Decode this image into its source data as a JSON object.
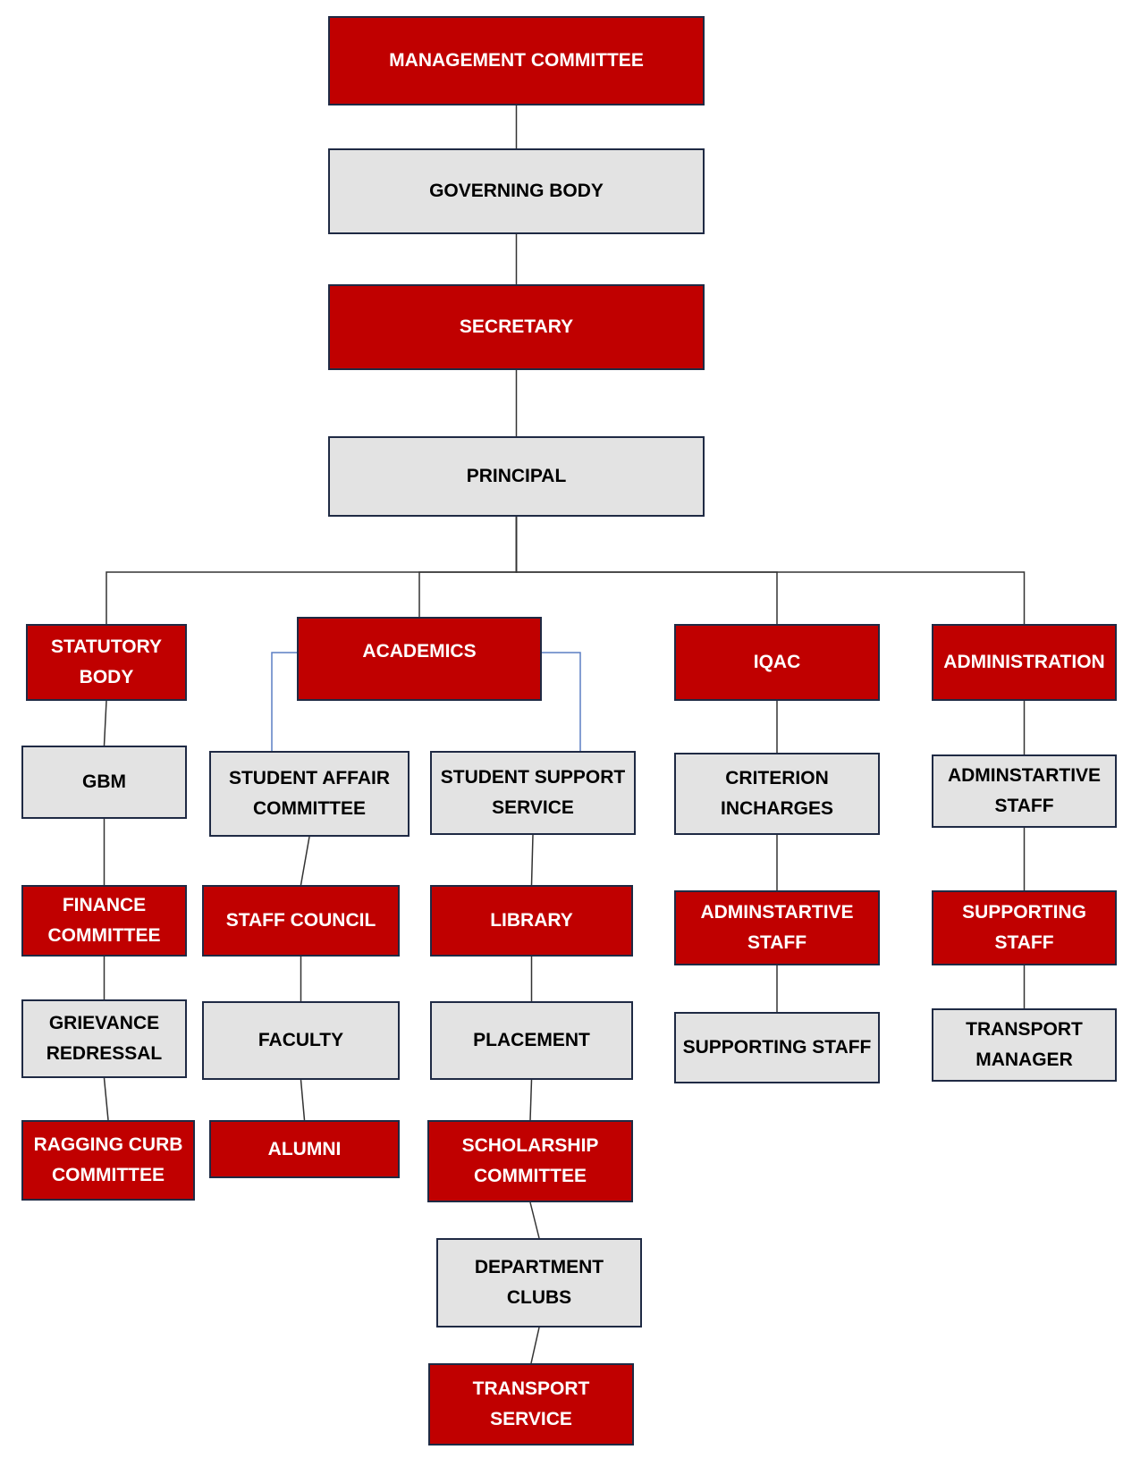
{
  "nodes": {
    "management_committee": {
      "label": "MANAGEMENT COMMITTEE",
      "fill": "red"
    },
    "governing_body": {
      "label": "GOVERNING BODY",
      "fill": "grey"
    },
    "secretary": {
      "label": "SECRETARY",
      "fill": "red"
    },
    "principal": {
      "label": "PRINCIPAL",
      "fill": "grey"
    },
    "statutory_body": {
      "label": "STATUTORY\nBODY",
      "fill": "red"
    },
    "academics": {
      "label": "ACADEMICS",
      "fill": "red"
    },
    "iqac": {
      "label": "IQAC",
      "fill": "red"
    },
    "administration": {
      "label": "ADMINISTRATION",
      "fill": "red"
    },
    "gbm": {
      "label": "GBM",
      "fill": "grey"
    },
    "finance_committee": {
      "label": "FINANCE\nCOMMITTEE",
      "fill": "red"
    },
    "grievance_redressal": {
      "label": "GRIEVANCE\nREDRESSAL",
      "fill": "grey"
    },
    "ragging_curb_committee": {
      "label": "RAGGING CURB\nCOMMITTEE",
      "fill": "red"
    },
    "student_affair_committee": {
      "label": "STUDENT AFFAIR\nCOMMITTEE",
      "fill": "grey"
    },
    "staff_council": {
      "label": "STAFF COUNCIL",
      "fill": "red"
    },
    "faculty": {
      "label": "FACULTY",
      "fill": "grey"
    },
    "alumni": {
      "label": "ALUMNI",
      "fill": "red"
    },
    "student_support_service": {
      "label": "STUDENT SUPPORT\nSERVICE",
      "fill": "grey"
    },
    "library": {
      "label": "LIBRARY",
      "fill": "red"
    },
    "placement": {
      "label": "PLACEMENT",
      "fill": "grey"
    },
    "scholarship_committee": {
      "label": "SCHOLARSHIP\nCOMMITTEE",
      "fill": "red"
    },
    "department_clubs": {
      "label": "DEPARTMENT CLUBS",
      "fill": "grey"
    },
    "transport_service": {
      "label": "TRANSPORT SERVICE",
      "fill": "red"
    },
    "criterion_incharges": {
      "label": "CRITERION\nINCHARGES",
      "fill": "grey"
    },
    "iqac_adminstartive_staff": {
      "label": "ADMINSTARTIVE\nSTAFF",
      "fill": "red"
    },
    "iqac_supporting_staff": {
      "label": "SUPPORTING STAFF",
      "fill": "grey"
    },
    "admin_adminstartive_staff": {
      "label": "ADMINSTARTIVE\nSTAFF",
      "fill": "grey"
    },
    "admin_supporting_staff": {
      "label": "SUPPORTING\nSTAFF",
      "fill": "red"
    },
    "transport_manager": {
      "label": "TRANSPORT\nMANAGER",
      "fill": "grey"
    }
  },
  "edges": [
    [
      "management_committee",
      "governing_body"
    ],
    [
      "governing_body",
      "secretary"
    ],
    [
      "secretary",
      "principal"
    ],
    [
      "principal",
      "statutory_body"
    ],
    [
      "principal",
      "academics"
    ],
    [
      "principal",
      "iqac"
    ],
    [
      "principal",
      "administration"
    ],
    [
      "statutory_body",
      "gbm"
    ],
    [
      "gbm",
      "finance_committee"
    ],
    [
      "finance_committee",
      "grievance_redressal"
    ],
    [
      "grievance_redressal",
      "ragging_curb_committee"
    ],
    [
      "academics",
      "student_affair_committee"
    ],
    [
      "academics",
      "student_support_service"
    ],
    [
      "student_affair_committee",
      "staff_council"
    ],
    [
      "staff_council",
      "faculty"
    ],
    [
      "faculty",
      "alumni"
    ],
    [
      "student_support_service",
      "library"
    ],
    [
      "library",
      "placement"
    ],
    [
      "placement",
      "scholarship_committee"
    ],
    [
      "scholarship_committee",
      "department_clubs"
    ],
    [
      "department_clubs",
      "transport_service"
    ],
    [
      "iqac",
      "criterion_incharges"
    ],
    [
      "criterion_incharges",
      "iqac_adminstartive_staff"
    ],
    [
      "iqac_adminstartive_staff",
      "iqac_supporting_staff"
    ],
    [
      "administration",
      "admin_adminstartive_staff"
    ],
    [
      "admin_adminstartive_staff",
      "admin_supporting_staff"
    ],
    [
      "admin_supporting_staff",
      "transport_manager"
    ]
  ],
  "colors": {
    "red": "#c00000",
    "grey": "#e3e3e3",
    "border": "#1f2a44",
    "line": "#333333",
    "accent_line": "#5b7fc4"
  }
}
